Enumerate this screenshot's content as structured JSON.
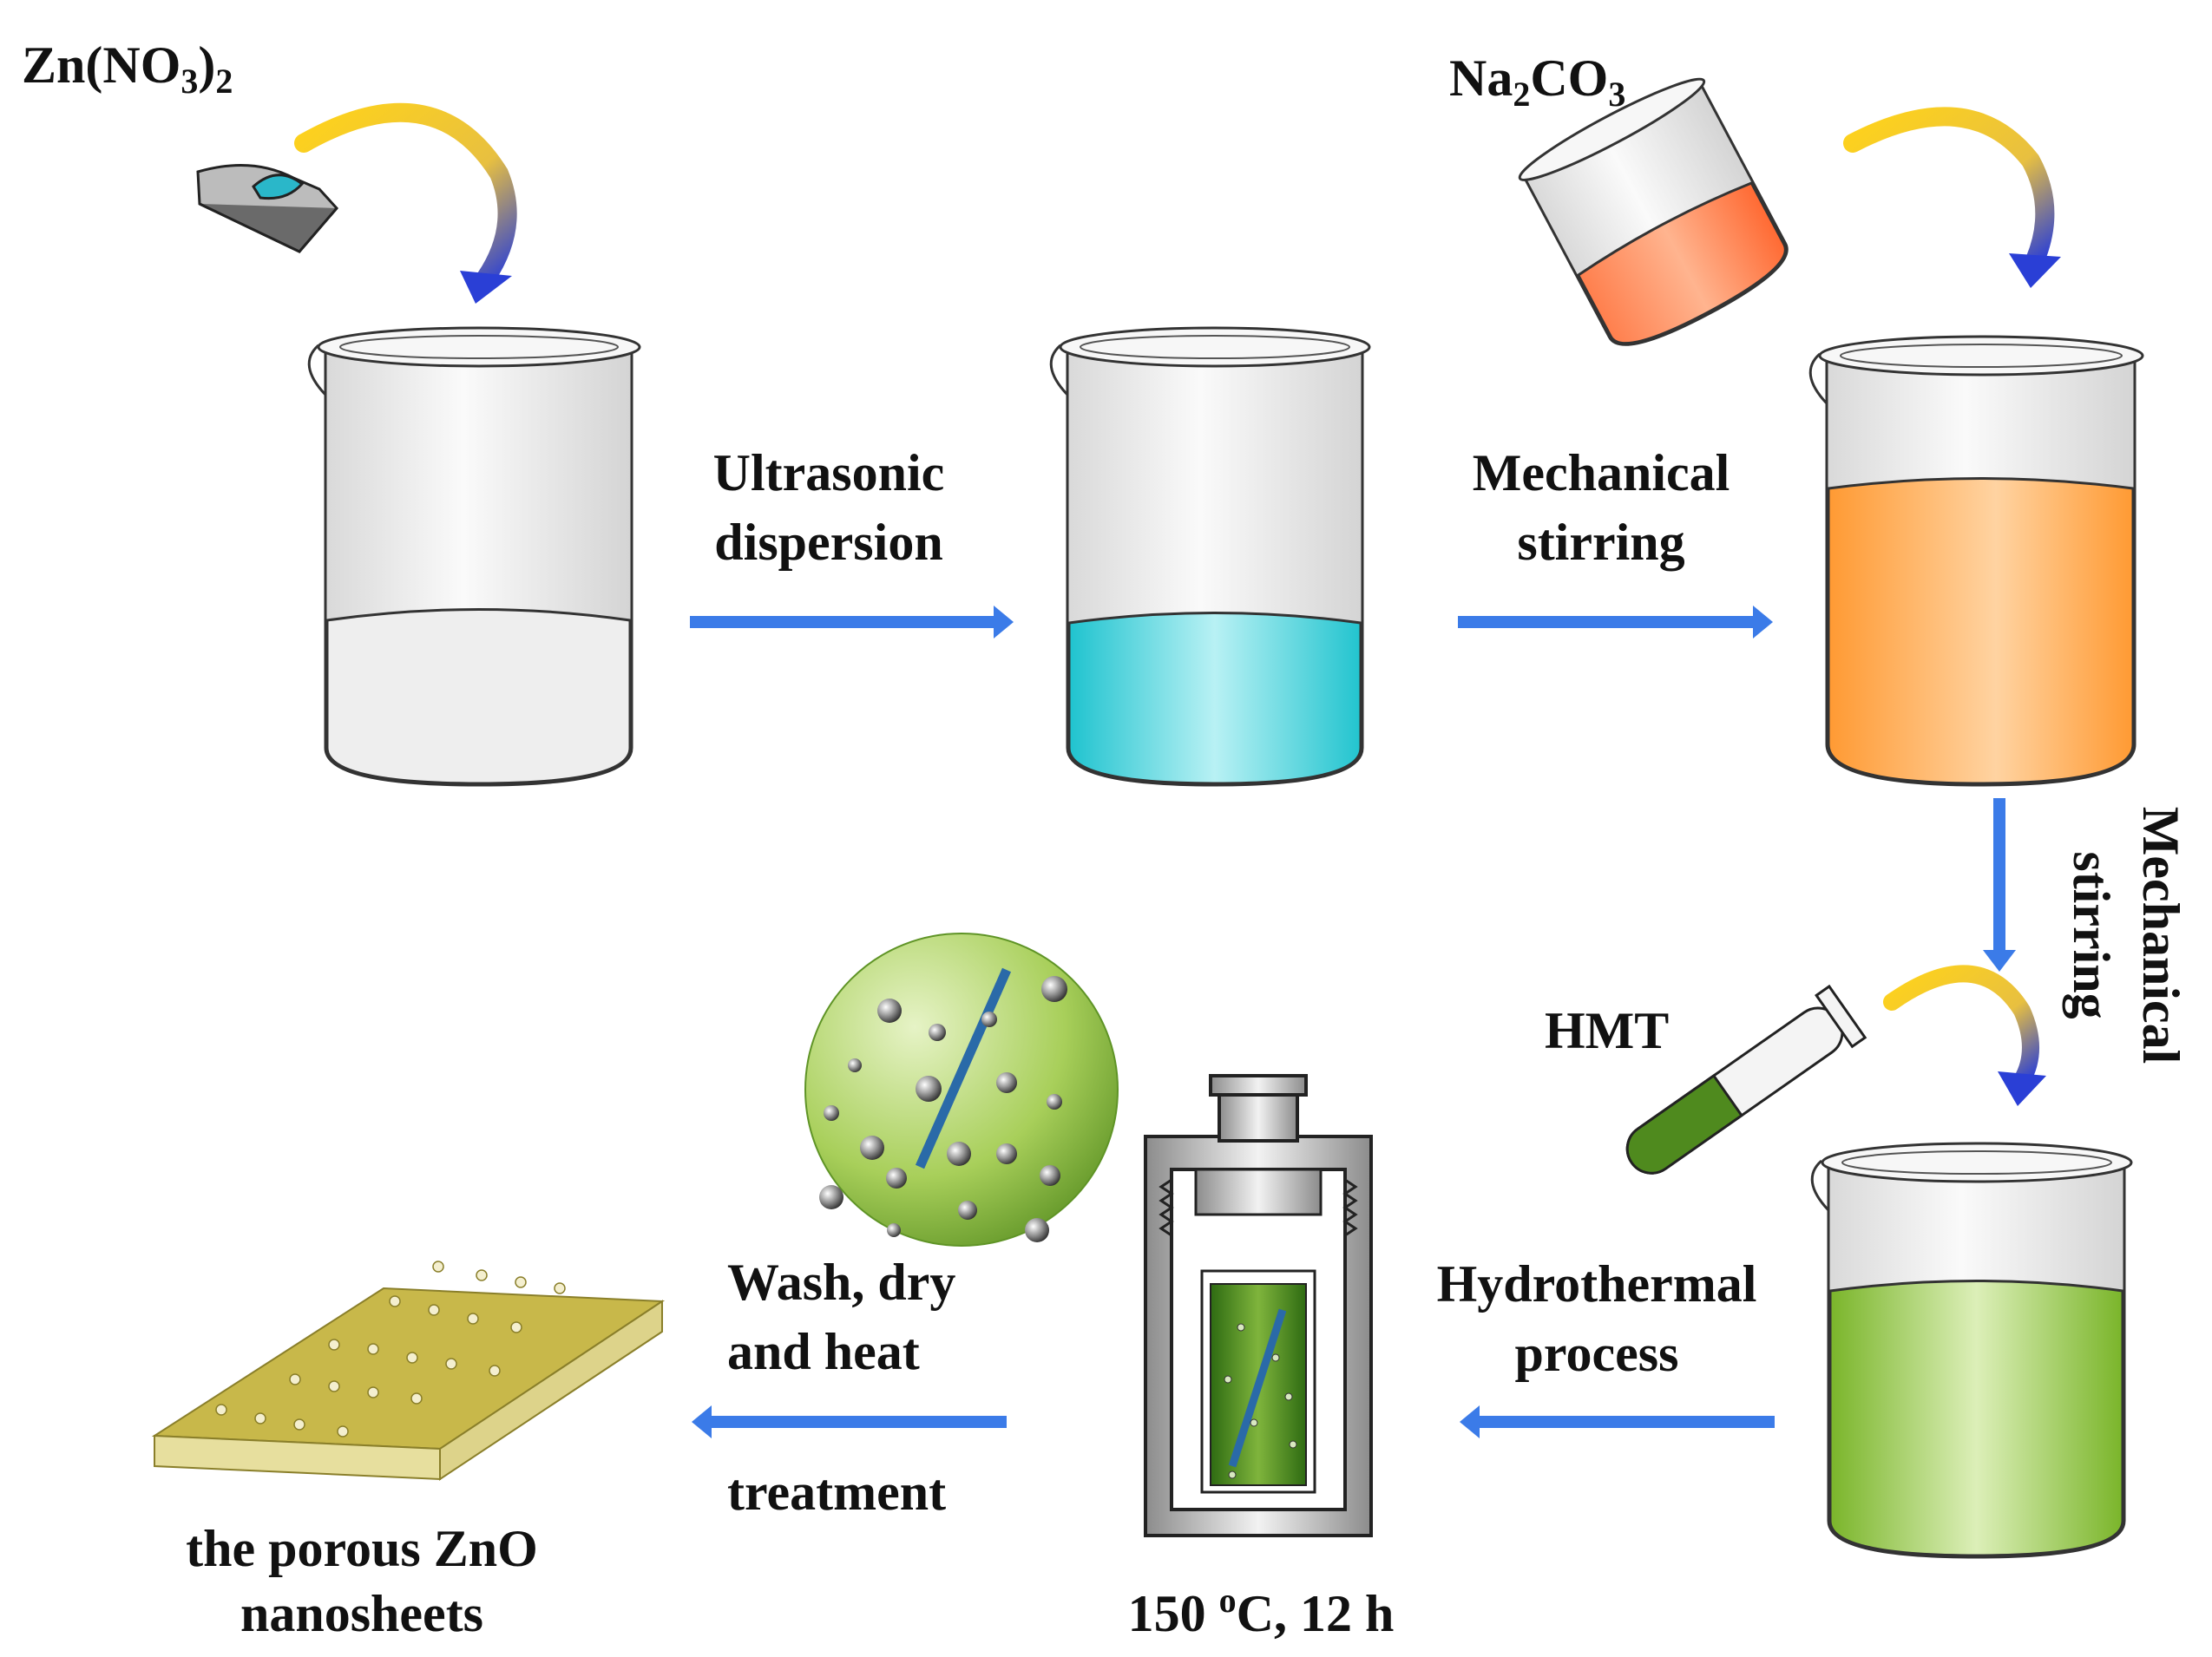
{
  "reagents": {
    "zn_nitrate": {
      "main": "Zn(NO",
      "sub1": "3",
      "mid": ")",
      "sub2": "2"
    },
    "na_carbonate": {
      "main1": "Na",
      "sub1": "2",
      "main2": "CO",
      "sub2": "3"
    },
    "hmt": "HMT"
  },
  "steps": {
    "ultrasonic": [
      "Ultrasonic",
      "dispersion"
    ],
    "mechanical_1": [
      "Mechanical",
      "stirring"
    ],
    "mechanical_2": [
      "Mechanical",
      "stirring"
    ],
    "hydrothermal": [
      "Hydrothermal",
      "process"
    ],
    "wash": [
      "Wash,  dry",
      "and heat",
      "treatment"
    ]
  },
  "conditions": {
    "pre": "150 ",
    "sup": "o",
    "post": "C, 12 h"
  },
  "product": [
    "the porous ZnO",
    "nanosheets"
  ],
  "colors": {
    "arrow": "#3b7be8",
    "cyan_solution": "#39d2dc",
    "orange_solution": "#ffa64d",
    "green_solution": "#8cc43a",
    "pour_arrow_start": "#ffd31a",
    "pour_arrow_end": "#2a3fd6"
  }
}
